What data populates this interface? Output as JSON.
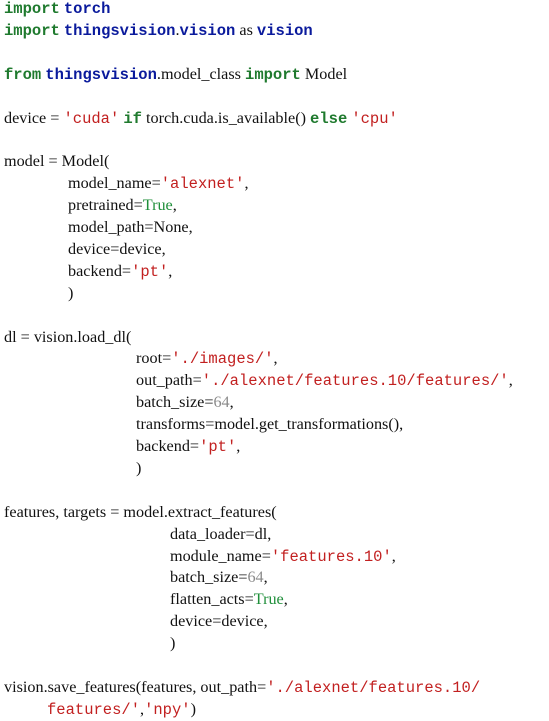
{
  "code_lines": [
    [
      {
        "t": "import",
        "c": "kw"
      },
      {
        "t": " ",
        "c": "plain"
      },
      {
        "t": "torch",
        "c": "mod"
      }
    ],
    [
      {
        "t": "import",
        "c": "kw"
      },
      {
        "t": " ",
        "c": "plain"
      },
      {
        "t": "thingsvision",
        "c": "mod"
      },
      {
        "t": ".",
        "c": "plain"
      },
      {
        "t": "vision",
        "c": "mod"
      },
      {
        "t": " as ",
        "c": "plain"
      },
      {
        "t": "vision",
        "c": "mod"
      }
    ],
    [],
    [
      {
        "t": "from",
        "c": "kw"
      },
      {
        "t": " ",
        "c": "plain"
      },
      {
        "t": "thingsvision",
        "c": "mod"
      },
      {
        "t": ".model_class ",
        "c": "plain"
      },
      {
        "t": "import",
        "c": "kw"
      },
      {
        "t": " Model",
        "c": "plain"
      }
    ],
    [],
    [
      {
        "t": "device = ",
        "c": "plain"
      },
      {
        "t": "'cuda'",
        "c": "str"
      },
      {
        "t": " ",
        "c": "plain"
      },
      {
        "t": "if",
        "c": "kw"
      },
      {
        "t": " torch.cuda.is_available() ",
        "c": "plain"
      },
      {
        "t": "else",
        "c": "kw"
      },
      {
        "t": " ",
        "c": "plain"
      },
      {
        "t": "'cpu'",
        "c": "str"
      }
    ],
    [],
    [
      {
        "t": "model = Model(",
        "c": "plain"
      }
    ],
    [
      {
        "t": "model_name=",
        "c": "plain"
      },
      {
        "t": "'alexnet'",
        "c": "str"
      },
      {
        "t": ",",
        "c": "plain"
      }
    ],
    [
      {
        "t": "pretrained=",
        "c": "plain"
      },
      {
        "t": "True",
        "c": "bool"
      },
      {
        "t": ",",
        "c": "plain"
      }
    ],
    [
      {
        "t": "model_path=None,",
        "c": "plain"
      }
    ],
    [
      {
        "t": "device=device,",
        "c": "plain"
      }
    ],
    [
      {
        "t": "backend=",
        "c": "plain"
      },
      {
        "t": "'pt'",
        "c": "str"
      },
      {
        "t": ",",
        "c": "plain"
      }
    ],
    [
      {
        "t": ")",
        "c": "plain"
      }
    ],
    [],
    [
      {
        "t": "dl = vision.load_dl(",
        "c": "plain"
      }
    ],
    [
      {
        "t": "root=",
        "c": "plain"
      },
      {
        "t": "'./images/'",
        "c": "str"
      },
      {
        "t": ",",
        "c": "plain"
      }
    ],
    [
      {
        "t": "out_path=",
        "c": "plain"
      },
      {
        "t": "'./alexnet/features.10/features/'",
        "c": "str"
      },
      {
        "t": ",",
        "c": "plain"
      }
    ],
    [
      {
        "t": "batch_size=",
        "c": "plain"
      },
      {
        "t": "64",
        "c": "num"
      },
      {
        "t": ",",
        "c": "plain"
      }
    ],
    [
      {
        "t": "transforms=model.get_transformations(),",
        "c": "plain"
      }
    ],
    [
      {
        "t": "backend=",
        "c": "plain"
      },
      {
        "t": "'pt'",
        "c": "str"
      },
      {
        "t": ",",
        "c": "plain"
      }
    ],
    [
      {
        "t": ")",
        "c": "plain"
      }
    ],
    [],
    [
      {
        "t": "features, targets = model.extract_features(",
        "c": "plain"
      }
    ],
    [
      {
        "t": "data_loader=dl,",
        "c": "plain"
      }
    ],
    [
      {
        "t": "module_name=",
        "c": "plain"
      },
      {
        "t": "'features.10'",
        "c": "str"
      },
      {
        "t": ",",
        "c": "plain"
      }
    ],
    [
      {
        "t": "batch_size=",
        "c": "plain"
      },
      {
        "t": "64",
        "c": "num"
      },
      {
        "t": ",",
        "c": "plain"
      }
    ],
    [
      {
        "t": "flatten_acts=",
        "c": "plain"
      },
      {
        "t": "True",
        "c": "bool"
      },
      {
        "t": ",",
        "c": "plain"
      }
    ],
    [
      {
        "t": "device=device,",
        "c": "plain"
      }
    ],
    [
      {
        "t": ")",
        "c": "plain"
      }
    ],
    [],
    [
      {
        "t": "vision.save_features(features, out_path=",
        "c": "plain"
      },
      {
        "t": "'./alexnet/features.10/",
        "c": "str"
      }
    ],
    [
      {
        "t": "features/'",
        "c": "str"
      },
      {
        "t": ",",
        "c": "plain"
      },
      {
        "t": "'npy'",
        "c": "str"
      },
      {
        "t": ")",
        "c": "plain"
      }
    ]
  ]
}
